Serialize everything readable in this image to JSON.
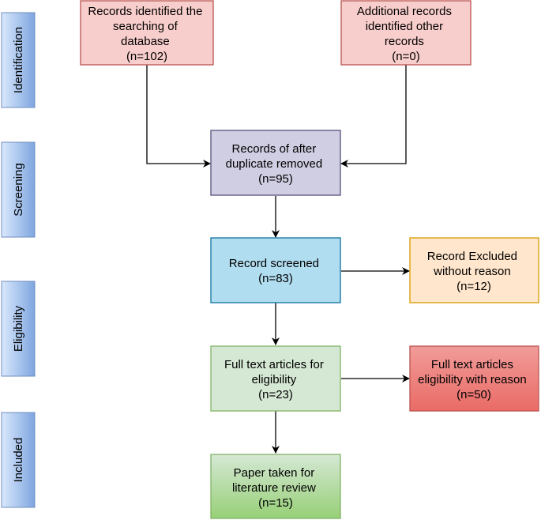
{
  "stages": [
    {
      "key": "identification",
      "label": "Identification"
    },
    {
      "key": "screening",
      "label": "Screening"
    },
    {
      "key": "eligibility",
      "label": "Eligibility"
    },
    {
      "key": "included",
      "label": "Included"
    }
  ],
  "boxes": {
    "records_database": {
      "lines": [
        "Records identified the",
        "searching of",
        "database",
        "(n=102)"
      ]
    },
    "records_other": {
      "lines": [
        "Additional records",
        "identified other",
        "records",
        "(n=0)"
      ]
    },
    "duplicates_removed": {
      "lines": [
        "Records of after",
        "duplicate removed",
        "(n=95)"
      ]
    },
    "screened": {
      "lines": [
        "Record screened",
        "(n=83)"
      ]
    },
    "excluded": {
      "lines": [
        "Record Excluded",
        "without reason",
        "(n=12)"
      ]
    },
    "full_text": {
      "lines": [
        "Full text articles for",
        "eligibility",
        "(n=23)"
      ]
    },
    "full_text_excluded": {
      "lines": [
        "Full text articles",
        "eligibility with reason",
        "(n=50)"
      ]
    },
    "included": {
      "lines": [
        "Paper taken for",
        "literature review",
        "(n=15)"
      ]
    }
  },
  "colors": {
    "stage_fill_top": "#dae8fc",
    "stage_fill_bottom": "#7ea6e0",
    "stage_stroke": "#6c8ebf",
    "red_fill": "#f8cecc",
    "red_stroke": "#b85450",
    "purple_fill": "#d0cee2",
    "purple_stroke": "#56517e",
    "blue_fill": "#b1ddf0",
    "blue_stroke": "#10739e",
    "orange_fill": "#ffe6cc",
    "orange_stroke": "#d79b00",
    "green_fill": "#d5e8d4",
    "green_stroke": "#82b366",
    "dark_red_top": "#f19c99",
    "dark_red_bottom": "#ea6b66",
    "dark_green_top": "#d5e8d4",
    "dark_green_bottom": "#97d077"
  }
}
